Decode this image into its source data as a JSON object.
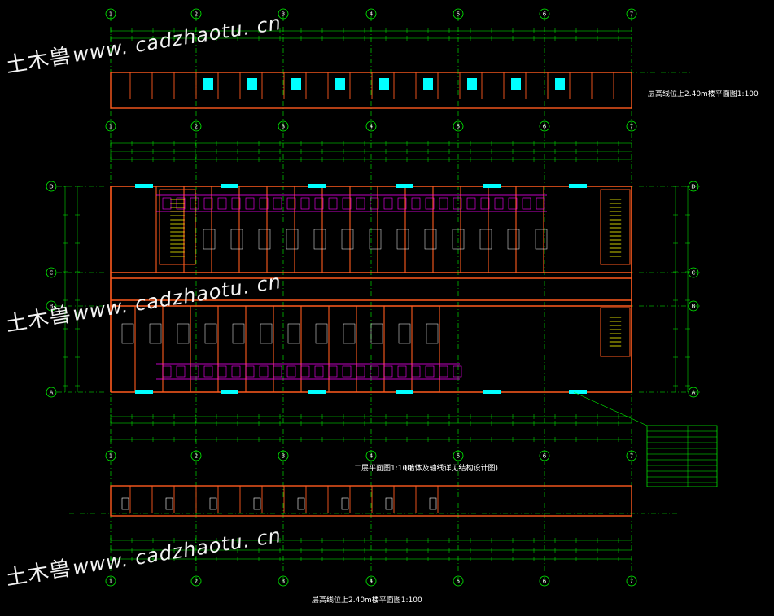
{
  "watermark": {
    "cn": "土木兽",
    "url": "www. cadzhaotu. cn"
  },
  "titles": {
    "top_plan": "层高线位上2.40m楼平面图1:100",
    "main_plan": "二层平面图1:100",
    "main_note": "(墙体及轴线详见结构设计图)",
    "bottom_plan": "层高线位上2.40m楼平面图1:100"
  },
  "grid": {
    "columns": [
      "1",
      "2",
      "3",
      "4",
      "5",
      "6",
      "7"
    ],
    "rows": [
      "D",
      "C",
      "B",
      "A"
    ]
  },
  "colors": {
    "background": "#000000",
    "grid": "#00ff00",
    "wall": "#ff5a1e",
    "window": "#00ffff",
    "fixture": "#ff00ff",
    "text": "#ffffff",
    "hatch": "#ffff00"
  }
}
